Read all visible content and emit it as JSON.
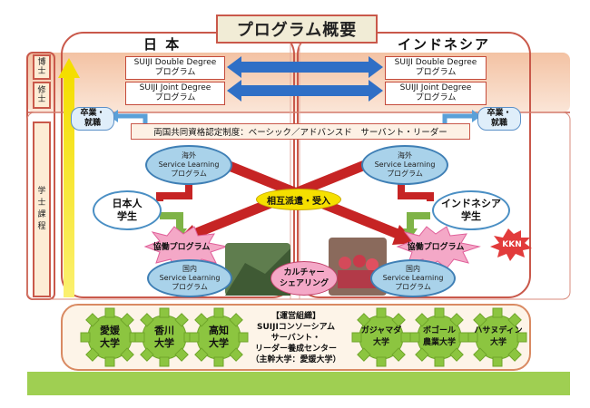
{
  "title": "プログラム概要",
  "columns": {
    "left": "日 本",
    "right": "インドネシア"
  },
  "levels": {
    "doctor": "博\n士",
    "master": "修\n士",
    "undergrad": "学\n士\n課\n程"
  },
  "programs": {
    "left_double": "SUIJI Double Degree\nプログラム",
    "left_joint": "SUIJI Joint Degree\nプログラム",
    "right_double": "SUIJI Double Degree\nプログラム",
    "right_joint": "SUIJI Joint Degree\nプログラム"
  },
  "graduation": {
    "left": "卒業・\n就職",
    "right": "卒業・\n就職"
  },
  "certification": "両国共同資格認定制度：ベーシック／アドバンスド　サーバント・リーダー",
  "overseas_sl": {
    "left": "海外\nService Learning\nプログラム",
    "right": "海外\nService Learning\nプログラム"
  },
  "exchange": "相互派遣・受入",
  "students": {
    "left": "日本人\n学生",
    "right": "インドネシア\n学生"
  },
  "collab": {
    "left": "協働プログラム",
    "right": "協働プログラム"
  },
  "kkn": "KKN",
  "domestic_sl": {
    "left": "国内\nService Learning\nプログラム",
    "right": "国内\nService Learning\nプログラム"
  },
  "culture_sharing": "カルチャー\nシェアリング",
  "organization": "【運営組織】\nSUIJIコンソーシアム\nサーバント・\nリーダー養成センター\n（主幹大学：愛媛大学）",
  "universities": {
    "left": [
      "愛媛\n大学",
      "香川\n大学",
      "高知\n大学"
    ],
    "right": [
      "ガジャマダ\n大学",
      "ボゴール\n農業大学",
      "ハサヌディン\n大学"
    ]
  },
  "colors": {
    "frame": "#c9584a",
    "blue_arrow": "#2f6fc6",
    "red_cross": "#c62424",
    "gear": "#8cc540",
    "ground": "#9fcf52",
    "yellow": "#f5e000"
  }
}
